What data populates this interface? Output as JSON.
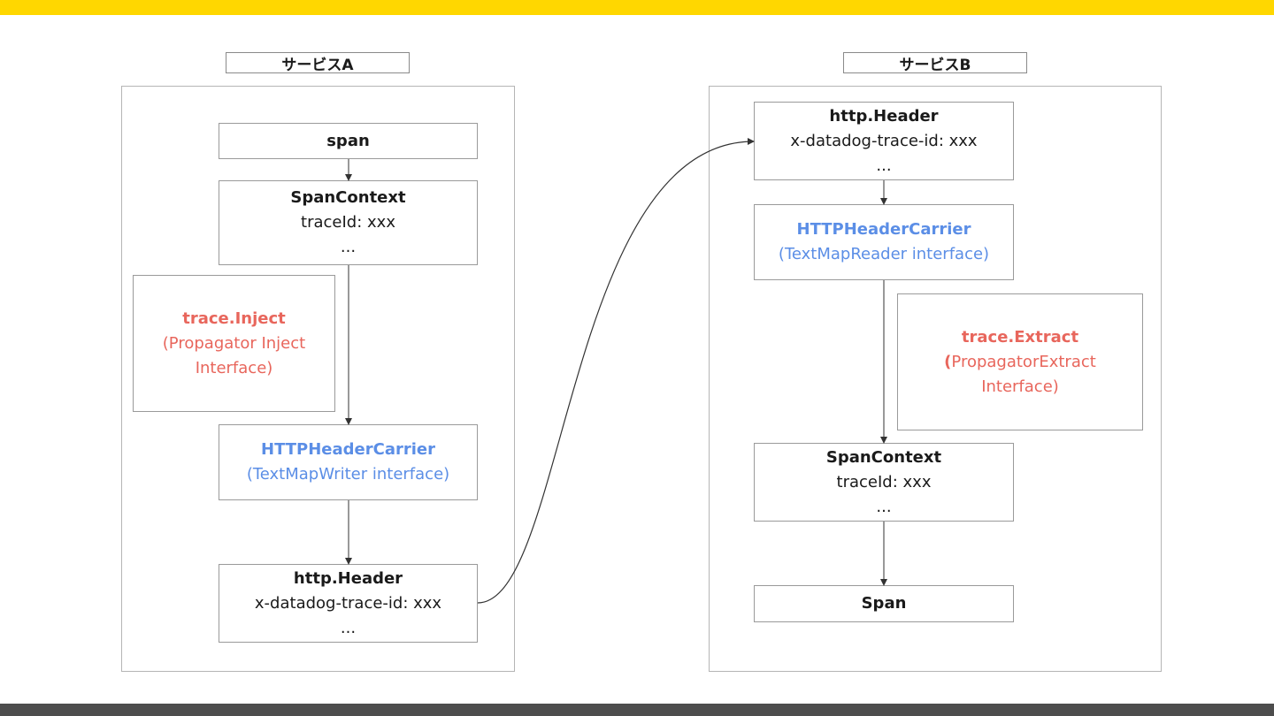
{
  "colors": {
    "top_bar": "#ffd700",
    "bottom_bar": "#4d4d4d",
    "accent_blue": "#5b8ee6",
    "accent_red": "#e8665c"
  },
  "service_a": {
    "label": "サービスA",
    "span": {
      "title": "span"
    },
    "span_context": {
      "title": "SpanContext",
      "line1": "traceId: xxx",
      "line2": "..."
    },
    "inject": {
      "title": "trace.Inject",
      "line1": "(Propagator Inject",
      "line2": "Interface)"
    },
    "carrier": {
      "title": "HTTPHeaderCarrier",
      "line1": "(TextMapWriter interface)"
    },
    "http_header": {
      "title": "http.Header",
      "line1": "x-datadog-trace-id: xxx",
      "line2": "..."
    }
  },
  "service_b": {
    "label": "サービスB",
    "http_header": {
      "title": "http.Header",
      "line1": "x-datadog-trace-id: xxx",
      "line2": "..."
    },
    "carrier": {
      "title": "HTTPHeaderCarrier",
      "line1": "(TextMapReader interface)"
    },
    "extract": {
      "title": "trace.Extract",
      "paren": "(",
      "line1": "PropagatorExtract",
      "line2": "Interface)"
    },
    "span_context": {
      "title": "SpanContext",
      "line1": "traceId: xxx",
      "line2": "..."
    },
    "span": {
      "title": "Span"
    }
  }
}
